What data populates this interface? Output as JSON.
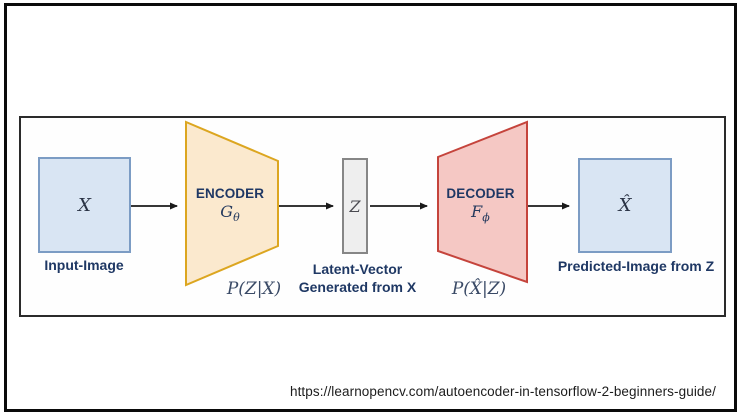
{
  "diagram": {
    "input": {
      "symbol": "X",
      "caption": "Input-Image"
    },
    "encoder": {
      "title": "ENCODER",
      "func": "G",
      "func_sub": "θ",
      "distribution": "P(Z|X)"
    },
    "latent": {
      "symbol": "Z",
      "caption_line1": "Latent-Vector",
      "caption_line2": "Generated from X"
    },
    "decoder": {
      "title": "DECODER",
      "func": "F",
      "func_sub": "ϕ",
      "distribution": "P(X̂|Z)"
    },
    "output": {
      "symbol": "X̂",
      "caption": "Predicted-Image from Z"
    }
  },
  "footer": {
    "source_url": "https://learnopencv.com/autoencoder-in-tensorflow-2-beginners-guide/"
  },
  "colors": {
    "image_box_fill": "#d9e5f3",
    "image_box_border": "#7c9cc4",
    "encoder_fill": "#fbe9ce",
    "encoder_border": "#dca620",
    "latent_fill": "#eeeeee",
    "latent_border": "#868686",
    "decoder_fill": "#f5c8c4",
    "decoder_border": "#c5443c",
    "label_text": "#1f3864",
    "math_text": "#3a4a66",
    "arrow": "#1a1a1a"
  }
}
